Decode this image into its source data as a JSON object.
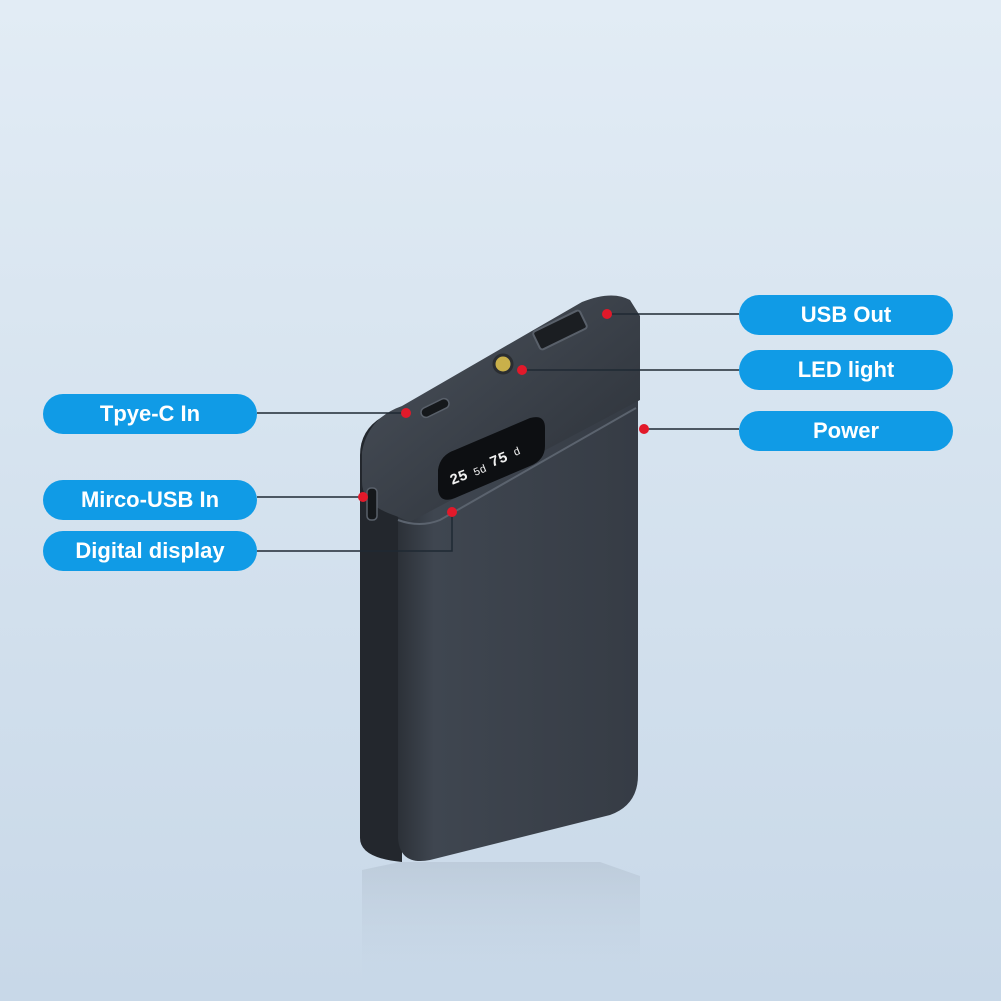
{
  "labels": {
    "usb_out": "USB Out",
    "led_light": "LED light",
    "power": "Power",
    "typec_in": "Tpye-C In",
    "micro_usb_in": "Mirco-USB In",
    "digital_display": "Digital display"
  },
  "display_readout": {
    "left_digits": "25",
    "left_unit": "5d",
    "right_digits": "75",
    "right_unit": "d"
  },
  "colors": {
    "label_bg": "#109be6",
    "label_text": "#ffffff",
    "callout_dot": "#e2192a",
    "leader_line": "#1f2933",
    "device_body": "#3a4048"
  }
}
